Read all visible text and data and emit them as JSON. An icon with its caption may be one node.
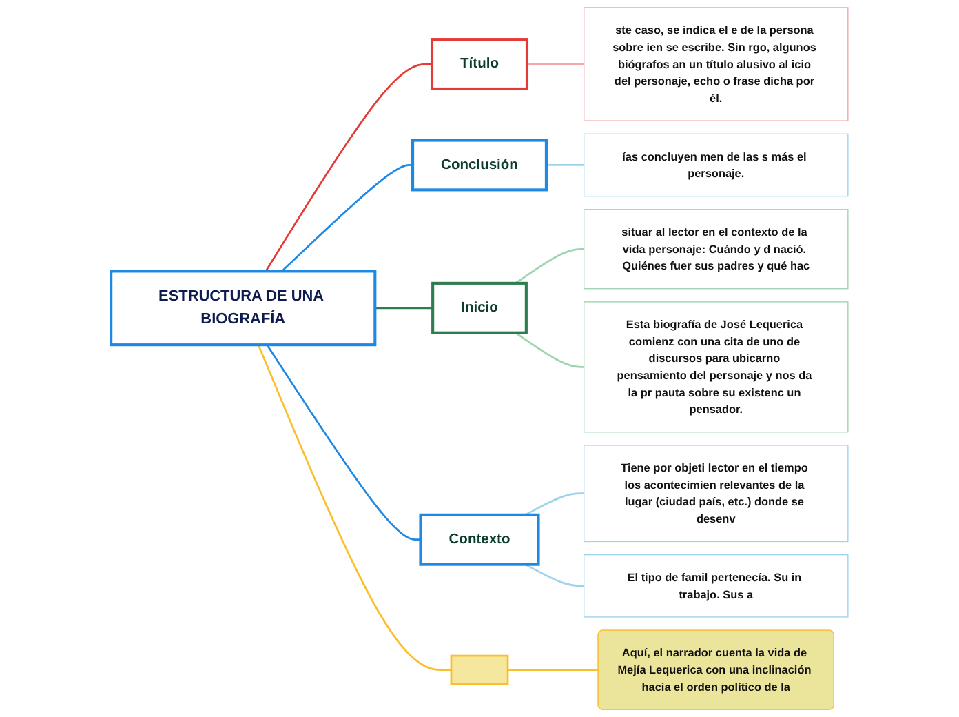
{
  "diagram": {
    "nodes": [
      {
        "text": [
          "ESTRUCTURA DE UNA BIOGRAFÍA"
        ]
      },
      {
        "text": [
          "Título"
        ]
      },
      {
        "text": [
          "ste caso, se indica el e de la persona sobre ien se escribe. Sin rgo, algunos biógrafos an un título alusivo al icio del personaje, echo o frase dicha por él."
        ]
      },
      {
        "text": [
          "Conclusión"
        ]
      },
      {
        "text": [
          "ías concluyen men de las s más el personaje."
        ]
      },
      {
        "text": [
          "Inicio"
        ]
      },
      {
        "text": [
          "situar al lector en el contexto de la vida personaje: Cuándo y d nació. Quiénes fuer sus padres y qué hac"
        ]
      },
      {
        "text": [
          "Esta biografía de José Lequerica comienz con una cita de uno de discursos para ubicarno pensamiento del personaje y nos da la pr pauta sobre su existenc un pensador."
        ]
      },
      {
        "text": [
          "Contexto"
        ]
      },
      {
        "text": [
          "Tiene por objeti lector en el tiempo los acontecimien relevantes de la lugar (ciudad país, etc.) donde se desenv"
        ]
      },
      {
        "text": [
          "El tipo de famil pertenecía. Su in trabajo. Sus a"
        ]
      },
      {
        "text": [],
        "shape": "box"
      },
      {
        "text": [
          "Aquí, el narrador cuenta la vida de Mejía Lequerica con una inclinación hacia el orden político de la"
        ]
      }
    ],
    "edges": [
      {
        "from": 0,
        "to": 1,
        "arrow": "none",
        "color": "#e53935"
      },
      {
        "from": 1,
        "to": 2,
        "arrow": "none",
        "color": "#f4a3a8"
      },
      {
        "from": 0,
        "to": 3,
        "arrow": "none",
        "color": "#1e88e5"
      },
      {
        "from": 3,
        "to": 4,
        "arrow": "none",
        "color": "#9fd3ec"
      },
      {
        "from": 0,
        "to": 5,
        "arrow": "none",
        "color": "#2e7d4f"
      },
      {
        "from": 5,
        "to": 6,
        "arrow": "none",
        "color": "#9fd4b0"
      },
      {
        "from": 5,
        "to": 7,
        "arrow": "none",
        "color": "#9fd4b0"
      },
      {
        "from": 0,
        "to": 8,
        "arrow": "none",
        "color": "#1e88e5"
      },
      {
        "from": 8,
        "to": 9,
        "arrow": "none",
        "color": "#9fd3ec"
      },
      {
        "from": 8,
        "to": 10,
        "arrow": "none",
        "color": "#9fd3ec"
      },
      {
        "from": 0,
        "to": 11,
        "arrow": "none",
        "color": "#f9c02c"
      },
      {
        "from": 11,
        "to": 12,
        "arrow": "none",
        "color": "#f9c02c"
      }
    ]
  }
}
